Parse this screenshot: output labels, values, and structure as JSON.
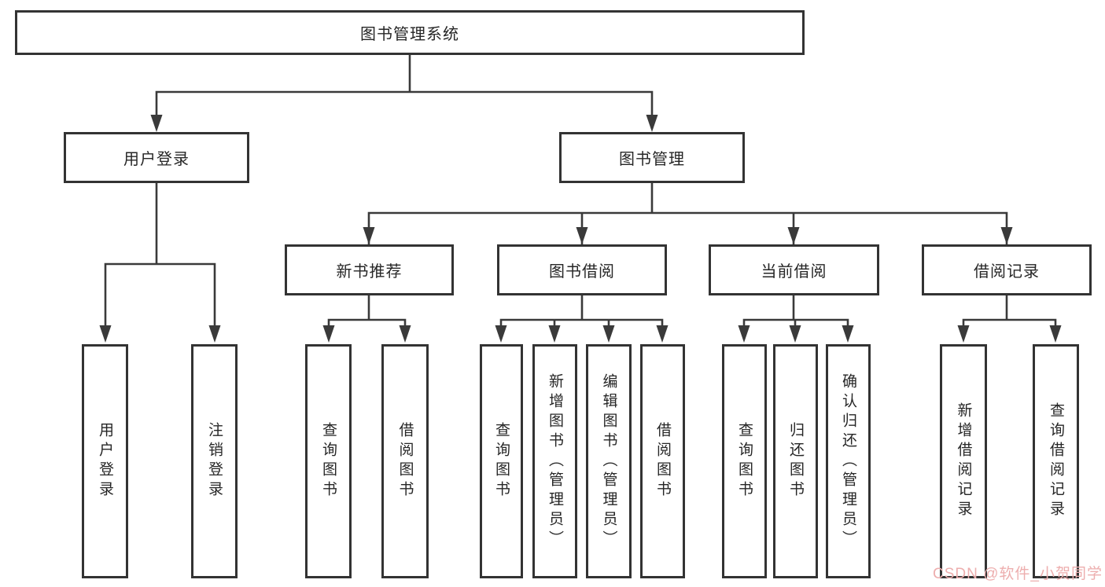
{
  "diagram": {
    "root": "图书管理系统",
    "children": [
      {
        "label": "用户登录",
        "leaves": [
          "用户登录",
          "注销登录"
        ]
      },
      {
        "label": "图书管理",
        "sections": [
          {
            "label": "新书推荐",
            "leaves": [
              "查询图书",
              "借阅图书"
            ]
          },
          {
            "label": "图书借阅",
            "leaves": [
              "查询图书",
              "新增图书（管理员）",
              "编辑图书（管理员）",
              "借阅图书"
            ]
          },
          {
            "label": "当前借阅",
            "leaves": [
              "查询图书",
              "归还图书",
              "确认归还（管理员）"
            ]
          },
          {
            "label": "借阅记录",
            "leaves": [
              "新增借阅记录",
              "查询借阅记录"
            ]
          }
        ]
      }
    ],
    "watermark": "CSDN @软件_小贺同学",
    "colors": {
      "line": "#3a3a3a",
      "box_border": "#333333",
      "text": "#262626",
      "watermark": "#edaeae",
      "background": "#ffffff"
    }
  }
}
